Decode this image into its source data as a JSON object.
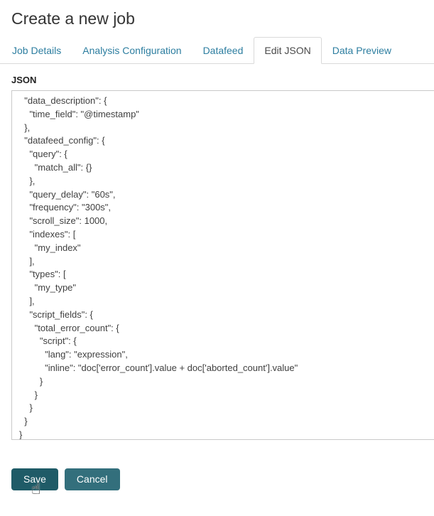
{
  "page": {
    "title": "Create a new job"
  },
  "tabs": {
    "items": [
      {
        "label": "Job Details",
        "active": false
      },
      {
        "label": "Analysis Configuration",
        "active": false
      },
      {
        "label": "Datafeed",
        "active": false
      },
      {
        "label": "Edit JSON",
        "active": true
      },
      {
        "label": "Data Preview",
        "active": false
      }
    ]
  },
  "editor": {
    "label": "JSON",
    "content": "  \"data_description\": {\n    \"time_field\": \"@timestamp\"\n  },\n  \"datafeed_config\": {\n    \"query\": {\n      \"match_all\": {}\n    },\n    \"query_delay\": \"60s\",\n    \"frequency\": \"300s\",\n    \"scroll_size\": 1000,\n    \"indexes\": [\n      \"my_index\"\n    ],\n    \"types\": [\n      \"my_type\"\n    ],\n    \"script_fields\": {\n      \"total_error_count\": {\n        \"script\": {\n          \"lang\": \"expression\",\n          \"inline\": \"doc['error_count'].value + doc['aborted_count'].value\"\n        }\n      }\n    }\n  }\n}"
  },
  "actions": {
    "save_label": "Save",
    "cancel_label": "Cancel"
  },
  "icons": {
    "cursor": "hand-pointer-icon",
    "cursor_glyph": "☝"
  },
  "colors": {
    "tab_link": "#2d7ea0",
    "active_tab_text": "#4a4a4a",
    "border": "#d9d9d9",
    "save_button": "#1f5b67",
    "cancel_button": "#336f7c",
    "editor_text": "#404040"
  }
}
